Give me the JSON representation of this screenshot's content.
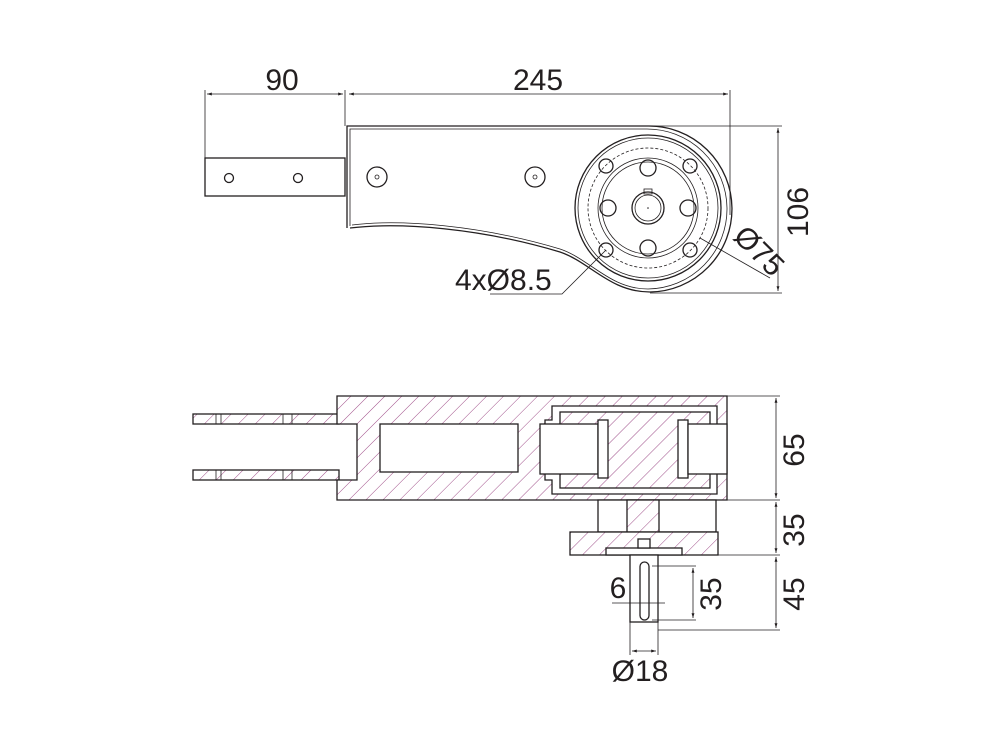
{
  "colors": {
    "line": "#231f20",
    "hatch": "#a0508a",
    "background": "#ffffff"
  },
  "top_view": {
    "dim_tab_length": "90",
    "dim_body_length": "245",
    "dim_height": "106",
    "dim_flange_diameter": "Ø75",
    "dim_bolt_holes": "4xØ8.5"
  },
  "section_view": {
    "dim_body_thickness": "65",
    "dim_flange_height": "35",
    "dim_shaft_length": "45",
    "dim_slot_length": "35",
    "dim_slot_width": "6",
    "dim_shaft_diameter": "Ø18"
  }
}
